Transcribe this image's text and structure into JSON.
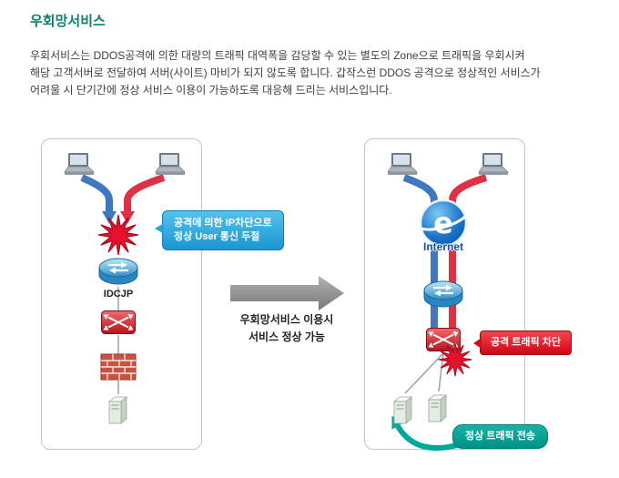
{
  "page": {
    "title": "우회망서비스",
    "description_lines": [
      "우회서비스는 DDOS공격에 의한 대량의 트래픽 대역폭을 감당할 수 있는 별도의 Zone으로 트래픽을 우회시켜",
      "해당 고객서버로 전달하여 서버(사이트) 마비가 되지 않도록 합니다. 갑작스런 DDOS 공격으로 정상적인 서비스가",
      "어려울 시 단기간에 정상 서비스 이용이 가능하도록 대응해 드리는 서비스입니다."
    ]
  },
  "before": {
    "attack_callout_line1": "공격에 의한 IP차단으로",
    "attack_callout_line2": "정상 User 통신 두절",
    "router_label": "IDCJP"
  },
  "transition": {
    "caption_line1": "우회망서비스 이용시",
    "caption_line2": "서비스 정상 가능"
  },
  "after": {
    "internet_logo_letter": "e",
    "internet_label": "Internet",
    "block_callout": "공격 트래픽 차단",
    "normal_callout": "정상 트래픽 전송"
  },
  "colors": {
    "title": "#0e8173",
    "body_text": "#404040",
    "blue_arrow": "#4077be",
    "red_arrow": "#e03043",
    "callout_blue": "#28a5dc",
    "callout_red": "#e60a22",
    "callout_teal": "#00a79d",
    "transition_arrow": "#8f8f8f",
    "burst": "#e8112d"
  }
}
